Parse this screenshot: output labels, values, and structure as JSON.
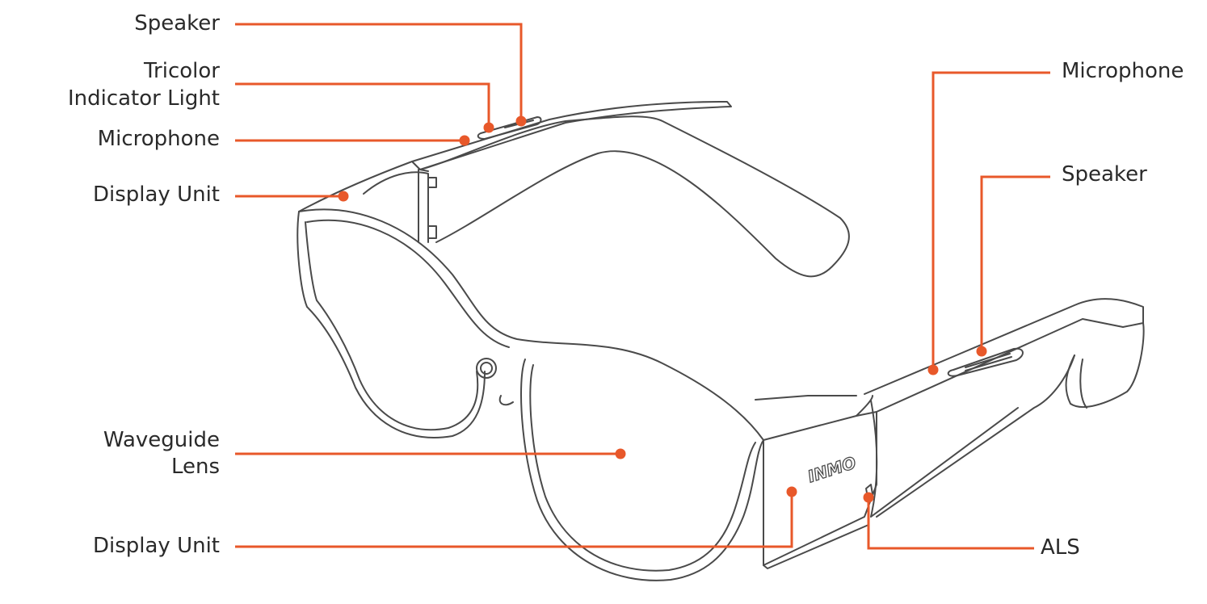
{
  "colors": {
    "accent": "#E8582A",
    "outline": "#4a4a4a"
  },
  "labels_left": {
    "speaker": "Speaker",
    "tricolor_line1": "Tricolor",
    "tricolor_line2": "Indicator Light",
    "microphone": "Microphone",
    "display_unit_top": "Display Unit",
    "waveguide_line1": "Waveguide",
    "waveguide_line2": "Lens",
    "display_unit_bottom": "Display Unit"
  },
  "labels_right": {
    "microphone": "Microphone",
    "speaker": "Speaker",
    "als": "ALS"
  },
  "logo_text": "INMO"
}
